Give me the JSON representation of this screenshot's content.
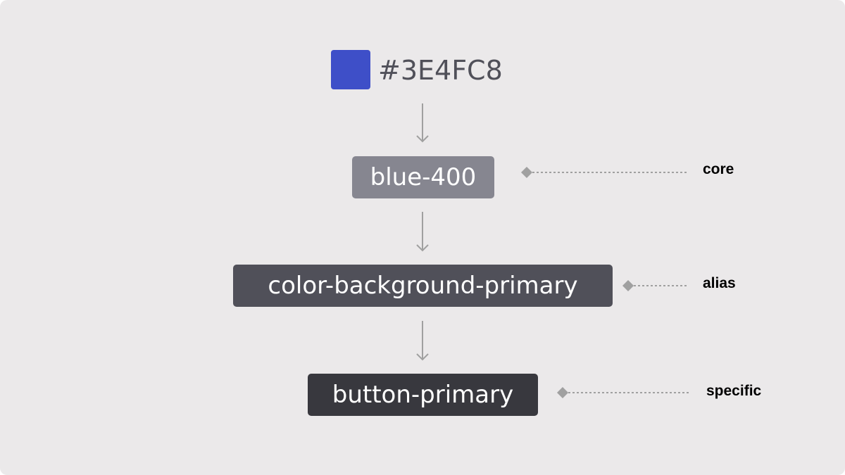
{
  "source_color": {
    "hex": "#3E4FC8",
    "swatch_color": "#3E4FC8"
  },
  "tokens": [
    {
      "name": "blue-400",
      "tier": "core",
      "color": "#868690"
    },
    {
      "name": "color-background-primary",
      "tier": "alias",
      "color": "#505059"
    },
    {
      "name": "button-primary",
      "tier": "specific",
      "color": "#38383E"
    }
  ],
  "connector_color": "#A0A0A0"
}
